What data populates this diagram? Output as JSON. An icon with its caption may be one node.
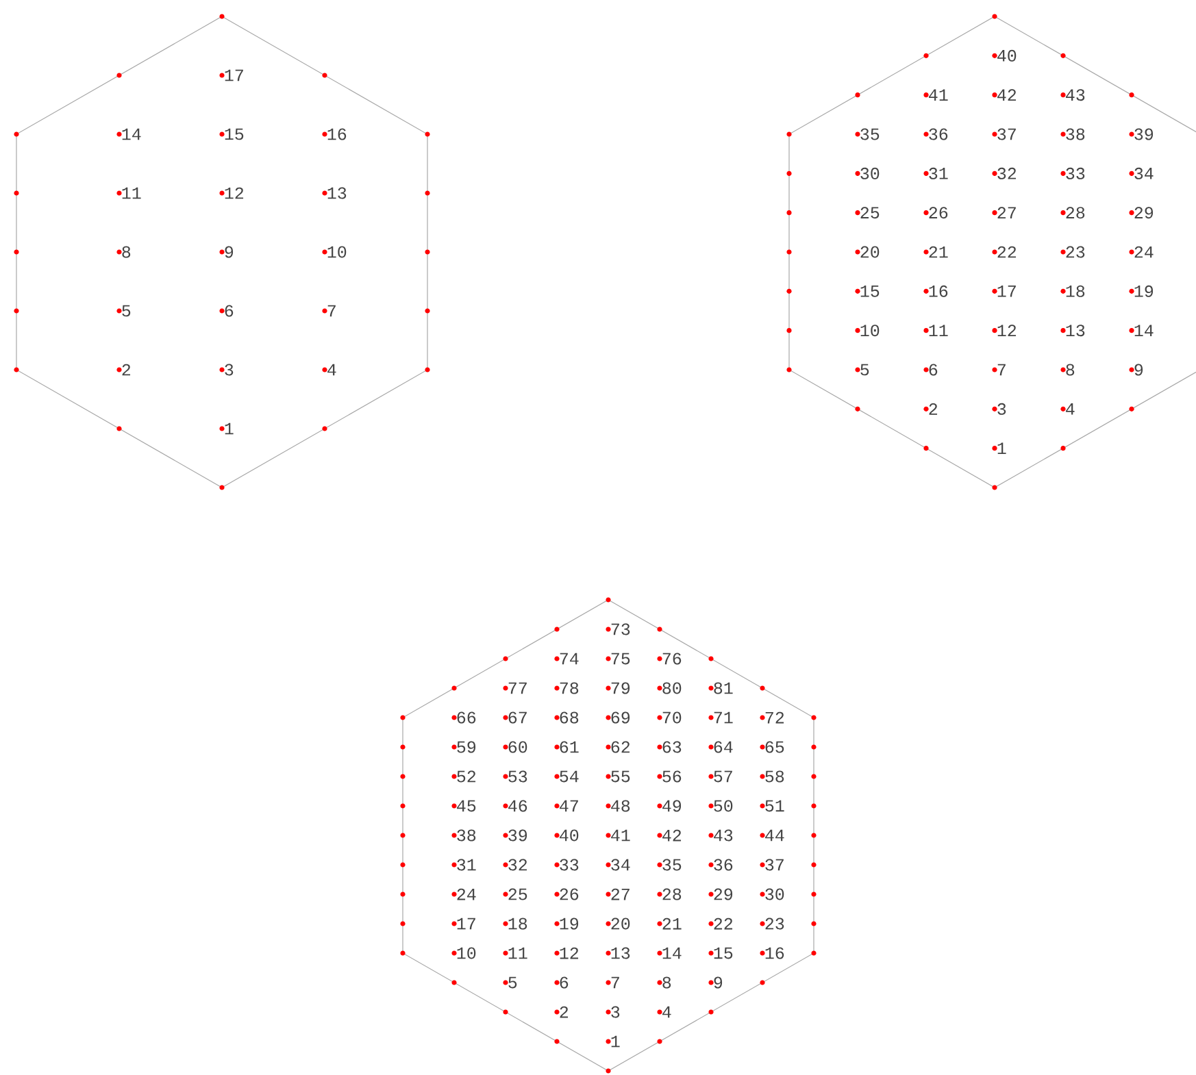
{
  "diagram": {
    "labels": [
      "17",
      "14",
      "15",
      "16",
      "11",
      "12",
      "13",
      "8",
      "9",
      "10",
      "5",
      "6",
      "7",
      "2",
      "3",
      "4",
      "1",
      "40",
      "41",
      "42",
      "43",
      "35",
      "36",
      "37",
      "38",
      "39",
      "30",
      "31",
      "32",
      "33",
      "34",
      "25",
      "26",
      "27",
      "28",
      "29",
      "20",
      "21",
      "22",
      "23",
      "24",
      "15",
      "16",
      "17",
      "18",
      "19",
      "10",
      "11",
      "12",
      "13",
      "14",
      "5",
      "6",
      "7",
      "8",
      "9",
      "2",
      "3",
      "4",
      "1",
      "73",
      "74",
      "75",
      "76",
      "77",
      "78",
      "79",
      "80",
      "81",
      "66",
      "67",
      "68",
      "69",
      "70",
      "71",
      "72",
      "59",
      "60",
      "61",
      "62",
      "63",
      "64",
      "65",
      "52",
      "53",
      "54",
      "55",
      "56",
      "57",
      "58",
      "45",
      "46",
      "47",
      "48",
      "49",
      "50",
      "51",
      "38",
      "39",
      "40",
      "41",
      "42",
      "43",
      "44",
      "31",
      "32",
      "33",
      "34",
      "35",
      "36",
      "37",
      "24",
      "25",
      "26",
      "27",
      "28",
      "29",
      "30",
      "17",
      "18",
      "19",
      "20",
      "21",
      "22",
      "23",
      "10",
      "11",
      "12",
      "13",
      "14",
      "15",
      "16",
      "5",
      "6",
      "7",
      "8",
      "9",
      "2",
      "3",
      "4",
      "1"
    ]
  }
}
